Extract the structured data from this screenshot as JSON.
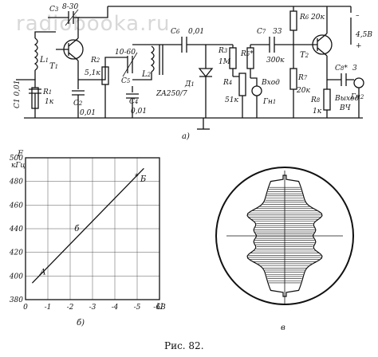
{
  "watermark": "radiobooka.ru",
  "circuit": {
    "panel_label": "а)",
    "components": [
      {
        "ref": "C3",
        "value": "8-30"
      },
      {
        "ref": "L1",
        "value": ""
      },
      {
        "ref": "T1",
        "value": ""
      },
      {
        "ref": "R2",
        "value": "5,1к"
      },
      {
        "ref": "C5",
        "value": "10-60"
      },
      {
        "ref": "L2",
        "value": ""
      },
      {
        "ref": "C6",
        "value": "0,01"
      },
      {
        "ref": "R3",
        "value": "1М"
      },
      {
        "ref": "R4",
        "value": "51к"
      },
      {
        "ref": "R5*",
        "value": "300к"
      },
      {
        "ref": "C7",
        "value": "33"
      },
      {
        "ref": "R6",
        "value": "20к"
      },
      {
        "ref": "T2",
        "value": ""
      },
      {
        "ref": "R7",
        "value": "20к"
      },
      {
        "ref": "R8",
        "value": "1к"
      },
      {
        "ref": "C8*",
        "value": "3"
      },
      {
        "ref": "C1",
        "value": "0,01"
      },
      {
        "ref": "R1",
        "value": "1к"
      },
      {
        "ref": "C2",
        "value": "0,01"
      },
      {
        "ref": "C4",
        "value": "0,01"
      },
      {
        "ref": "Д1",
        "value": "ZA250/7"
      },
      {
        "ref": "Гн1",
        "value": ""
      },
      {
        "ref": "Гн2",
        "value": ""
      }
    ],
    "input_label": "Вход",
    "output_label": "Выход",
    "output_label2": "ВЧ",
    "supply_label": "4,5В",
    "supply_minus": "–",
    "supply_plus": "+"
  },
  "chart_data": {
    "type": "line",
    "panel_label": "б)",
    "ylabel": "F",
    "yunit": "кГц",
    "xlabel": "U",
    "x_tick_labels": [
      "0",
      "-1",
      "-2",
      "-3",
      "-4",
      "-5",
      "-6В"
    ],
    "y_ticks": [
      380,
      400,
      420,
      440,
      460,
      480,
      500
    ],
    "xlim": [
      0,
      -6
    ],
    "ylim": [
      380,
      500
    ],
    "series": [
      {
        "x": [
          -0.3,
          -5.3
        ],
        "y": [
          394,
          491
        ]
      }
    ],
    "annotations": [
      {
        "text": "А",
        "x": -1.0,
        "y": 400
      },
      {
        "text": "б",
        "x": -2.4,
        "y": 434
      },
      {
        "text": "Б",
        "x": -5.0,
        "y": 484
      }
    ],
    "grid": true
  },
  "scope": {
    "panel_label": "в"
  },
  "caption": "Рис. 82."
}
